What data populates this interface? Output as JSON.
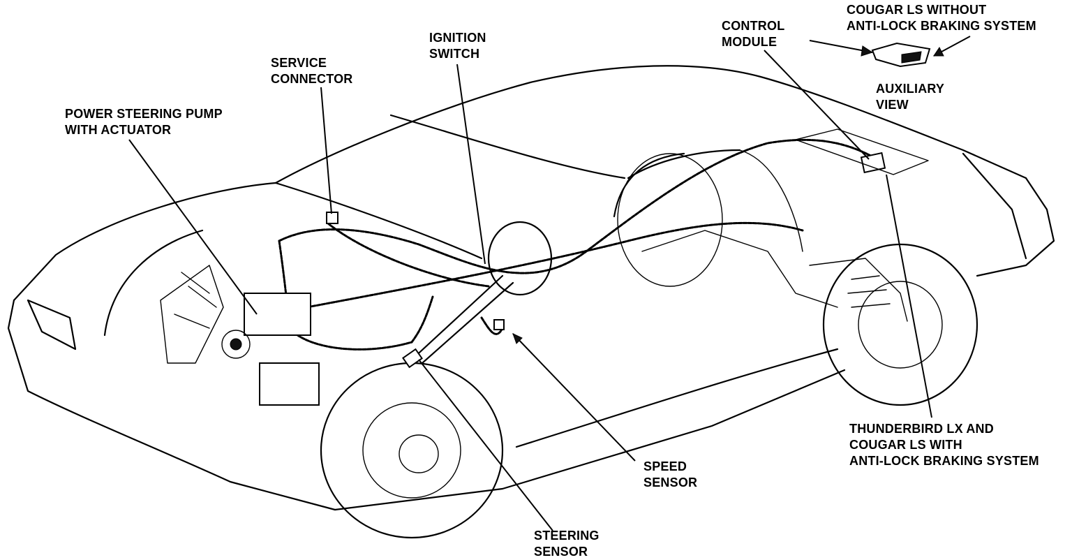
{
  "labels": {
    "power_steering_pump": [
      "POWER STEERING PUMP",
      "WITH ACTUATOR"
    ],
    "service_connector": [
      "SERVICE",
      "CONNECTOR"
    ],
    "ignition_switch": [
      "IGNITION",
      "SWITCH"
    ],
    "control_module": [
      "CONTROL",
      "MODULE"
    ],
    "cougar_ls_without_abs": [
      "COUGAR LS WITHOUT",
      "ANTI-LOCK BRAKING SYSTEM"
    ],
    "auxiliary_view": [
      "AUXILIARY",
      "VIEW"
    ],
    "thunderbird_lx_cougar_ls_abs": [
      "THUNDERBIRD LX AND",
      "COUGAR LS WITH",
      "ANTI-LOCK BRAKING SYSTEM"
    ],
    "speed_sensor": [
      "SPEED",
      "SENSOR"
    ],
    "steering_sensor": [
      "STEERING",
      "SENSOR"
    ]
  },
  "icons": [
    "car-cutaway-illustration",
    "control-module-icon",
    "pump-icon",
    "battery-icon",
    "steering-wheel-icon",
    "sensor-icon"
  ],
  "colors": {
    "ink": "#000000",
    "paper": "#ffffff"
  }
}
